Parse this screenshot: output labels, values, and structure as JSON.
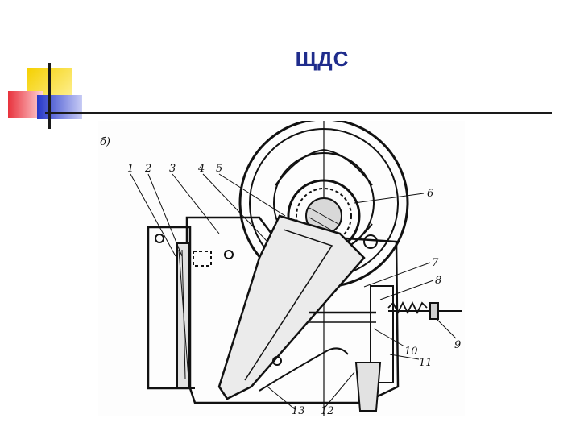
{
  "slide": {
    "title": "ЩДС"
  },
  "figure": {
    "panel_label": "б)",
    "part_labels": [
      "1",
      "2",
      "3",
      "4",
      "5",
      "6",
      "7",
      "8",
      "9",
      "10",
      "11",
      "12",
      "13"
    ]
  },
  "colors": {
    "title": "#1f2c8c",
    "deco_yellow": "#f5d000",
    "deco_red": "#e8323c",
    "deco_blue": "#2436c8",
    "rule": "#1a1a1a"
  }
}
